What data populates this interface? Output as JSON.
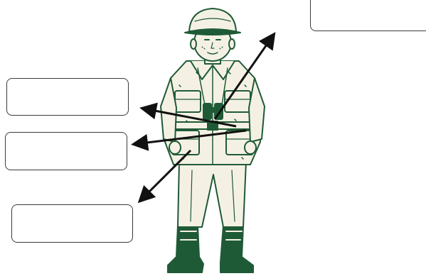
{
  "labels": {
    "top_right": "",
    "upper_left": "",
    "middle_left": "",
    "lower_left": ""
  },
  "colors": {
    "outline": "#1f5a36",
    "fill_light": "#f4f1e4",
    "fill_dark": "#1f5a36",
    "arrow": "#111111",
    "box_border": "#3a3a3a"
  },
  "figure": {
    "subject": "explorer-boy-illustration",
    "items": [
      "pith-helmet",
      "binoculars",
      "safari-jacket",
      "trousers",
      "boots"
    ]
  }
}
